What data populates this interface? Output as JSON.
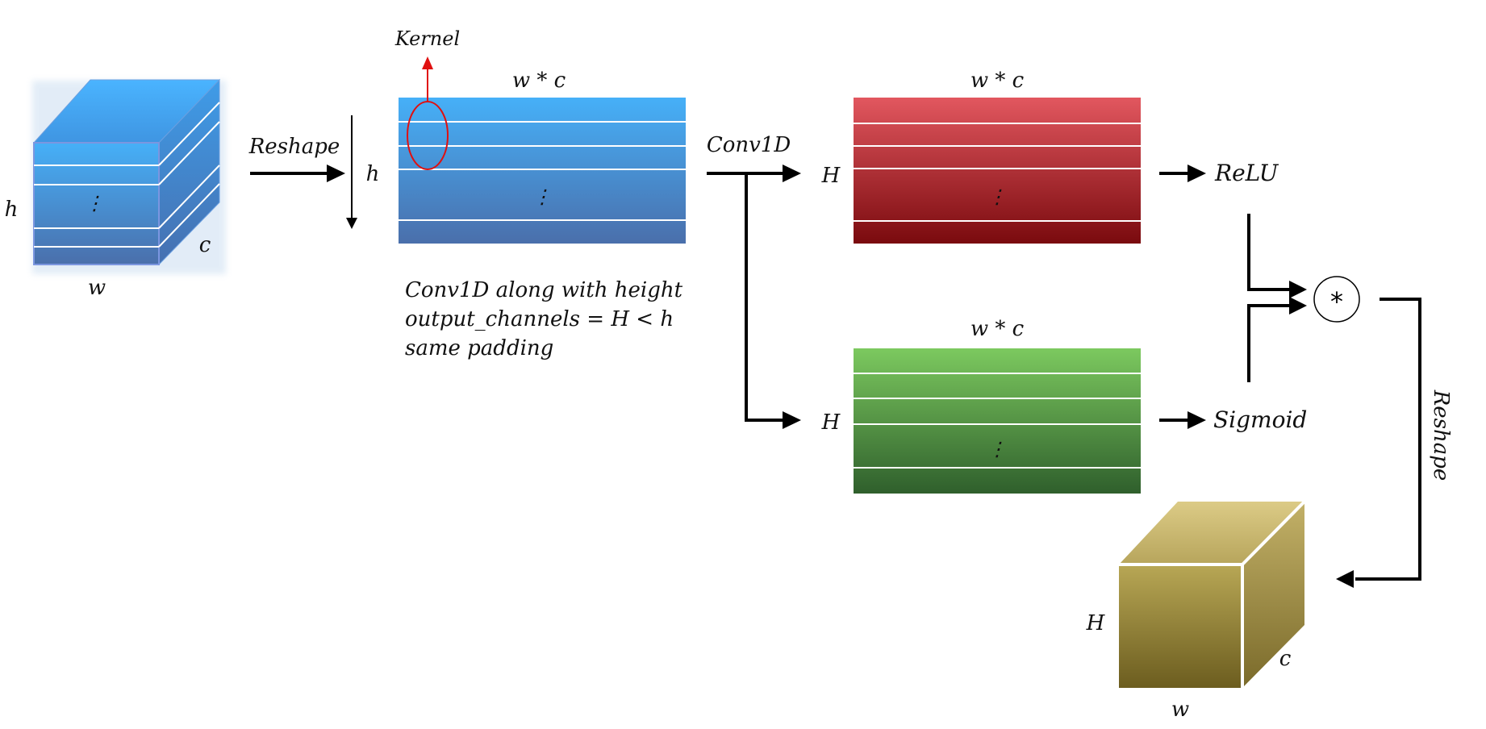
{
  "input_cube": {
    "h": "h",
    "w": "w",
    "c": "c",
    "dots": "⋮"
  },
  "reshape_in": {
    "label": "Reshape",
    "h": "h"
  },
  "matrix": {
    "top": "w * c",
    "dots": "⋮",
    "kernel": "Kernel"
  },
  "note": {
    "line1": "Conv1D along with height",
    "line2": "output_channels = H < h",
    "line3": "same padding"
  },
  "conv": {
    "label": "Conv1D"
  },
  "branch_top": {
    "H": "H",
    "top": "w * c",
    "dots": "⋮",
    "activation": "ReLU"
  },
  "branch_bottom": {
    "H": "H",
    "top": "w * c",
    "dots": "⋮",
    "activation": "Sigmoid"
  },
  "multiply": {
    "symbol": "*"
  },
  "reshape_out": {
    "label": "Reshape"
  },
  "output_cube": {
    "H": "H",
    "w": "w",
    "c": "c"
  },
  "colors": {
    "blue": "#4a9fe8",
    "red": "#b5303a",
    "green": "#4f9a45",
    "olive": "#9e8f44",
    "kernel": "#e01010"
  }
}
